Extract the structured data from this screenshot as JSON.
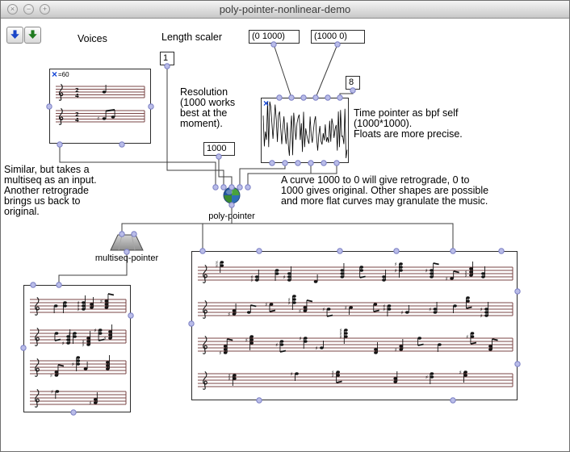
{
  "window": {
    "title": "poly-pointer-nonlinear-demo"
  },
  "titlebar_buttons": {
    "close": "×",
    "minimize": "−",
    "zoom": "+"
  },
  "toolbar": {
    "icons": [
      "blue-down-arrow",
      "green-down-arrow"
    ]
  },
  "labels": {
    "voices": "Voices",
    "length_scaler": "Length scaler",
    "poly_pointer": "poly-pointer",
    "multiseq_pointer": "multiseq-pointer"
  },
  "comments": {
    "resolution": "Resolution\n(1000 works\nbest at the\nmoment).",
    "time_pointer": "Time pointer as bpf self\n(1000*1000).\nFloats are more precise.",
    "similar": "Similar, but takes a\nmultiseq as an input.\nAnother retrograde\nbrings us back to\noriginal.",
    "curve": "A curve 1000 to 0 will give retrograde, 0 to\n1000 gives original. Other shapes are possible\nand more flat curves may granulate the music."
  },
  "value_boxes": {
    "curve_up": "(0 1000)",
    "curve_down": "(1000 0)",
    "length_scaler": "1",
    "resolution": "1000",
    "scaler": "8"
  },
  "delete_mark": "×",
  "scores": {
    "voices_box": {
      "tempo": "=60",
      "time_signature_top": "2",
      "time_signature_bottom": "4",
      "staves": 2
    },
    "left_box": {
      "staves": 4
    },
    "right_box": {
      "staves": 4
    }
  },
  "colors": {
    "staff_line": "#7a4444",
    "wire": "#3c3c3c",
    "port_fill": "#b9bce8",
    "port_stroke": "#7b7fc4",
    "delete_blue": "#1345d6",
    "arrow_blue": "#1a46c8",
    "arrow_green": "#1f7a1f"
  }
}
